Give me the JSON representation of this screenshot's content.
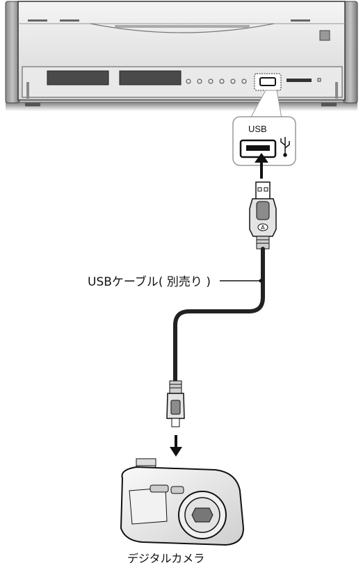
{
  "labels": {
    "usb_port": "USB",
    "usb_symbol": "⭍",
    "cable": "USBケーブル( 別売り )",
    "camera": "デジタルカメラ",
    "plug_a_marking": "A"
  },
  "icons": [
    "usb-icon",
    "arrow-up-icon",
    "arrow-down-icon"
  ],
  "colors": {
    "line": "#1a1a1a",
    "device_body": "#e6e6e6",
    "device_dark": "#5a5a5a",
    "cable": "#222222"
  }
}
